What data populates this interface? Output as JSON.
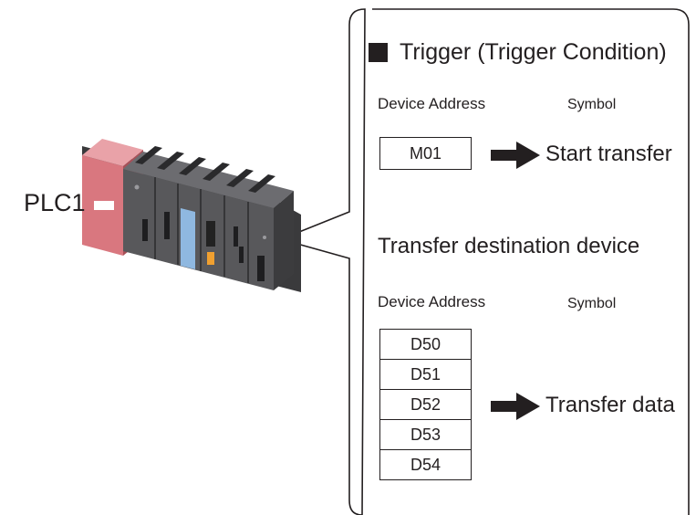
{
  "plc": {
    "label": "PLC1"
  },
  "trigger": {
    "title": "Trigger (Trigger Condition)",
    "device_address_header": "Device Address",
    "symbol_header": "Symbol",
    "address": "M01",
    "symbol": "Start transfer"
  },
  "transfer": {
    "title": "Transfer destination device",
    "device_address_header": "Device Address",
    "symbol_header": "Symbol",
    "addresses": [
      "D50",
      "D51",
      "D52",
      "D53",
      "D54"
    ],
    "symbol": "Transfer data"
  },
  "colors": {
    "ink": "#231f20",
    "plc_red": "#d9777f",
    "plc_gray": "#4a4a4c",
    "module_blue": "#8fb8e0",
    "terminal_orange": "#f0a030"
  }
}
